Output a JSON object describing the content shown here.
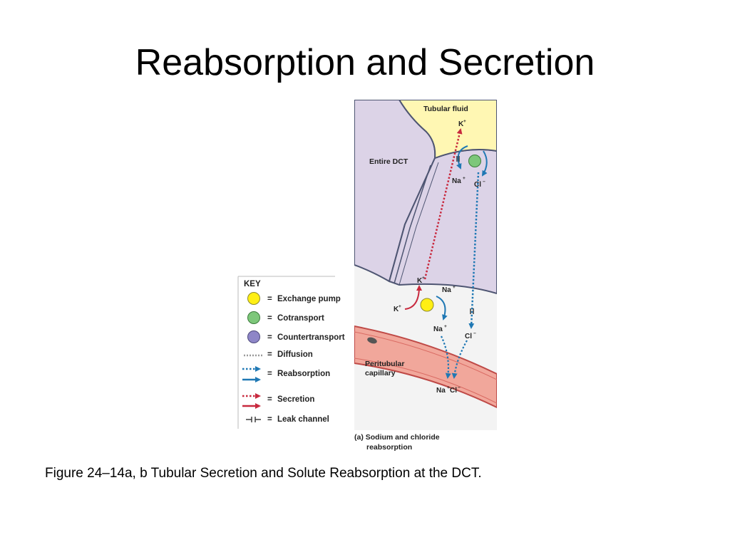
{
  "slide": {
    "title": "Reabsorption and Secretion",
    "caption": "Figure 24–14a, b Tubular Secretion and Solute Reabsorption at the DCT."
  },
  "figure": {
    "tubular_fluid": "Tubular fluid",
    "entire_dct": "Entire DCT",
    "peritubular_line1": "Peritubular",
    "peritubular_line2": "capillary",
    "panel_caption_line1": "(a) Sodium and chloride",
    "panel_caption_line2": "reabsorption",
    "ions": {
      "k_top": "K",
      "na_top": "Na",
      "cl_top": "Cl",
      "k_mid": "K",
      "na_mid": "Na",
      "k_left": "K",
      "na_lower": "Na",
      "cl_lower": "Cl",
      "nacl": "Na",
      "nacl_cl": "Cl",
      "plus": "+",
      "minus": "−"
    }
  },
  "key": {
    "title": "KEY",
    "equals": "=",
    "items": [
      {
        "label": "Exchange pump",
        "symbol": "yellow-circle",
        "color": "#FFEF14"
      },
      {
        "label": "Cotransport",
        "symbol": "green-circle",
        "color": "#7DC77A"
      },
      {
        "label": "Countertransport",
        "symbol": "purple-circle",
        "color": "#8E86C7"
      },
      {
        "label": "Diffusion",
        "symbol": "gray-dotted-line",
        "color": "#9A9A9A"
      },
      {
        "label": "Reabsorption",
        "symbol": "blue-arrows",
        "color": "#1F78B4"
      },
      {
        "label": "Secretion",
        "symbol": "red-arrows",
        "color": "#C8293E"
      },
      {
        "label": "Leak channel",
        "symbol": "leak-channel-glyph",
        "color": "#333333"
      }
    ]
  },
  "colors": {
    "tubular_fluid": "#FFF7B3",
    "cell": "#DCD3E7",
    "cell_border": "#4E5572",
    "capillary": "#F1A79B",
    "capillary_border": "#BF4A47",
    "reabsorption": "#1F78B4",
    "secretion": "#C8293E"
  }
}
